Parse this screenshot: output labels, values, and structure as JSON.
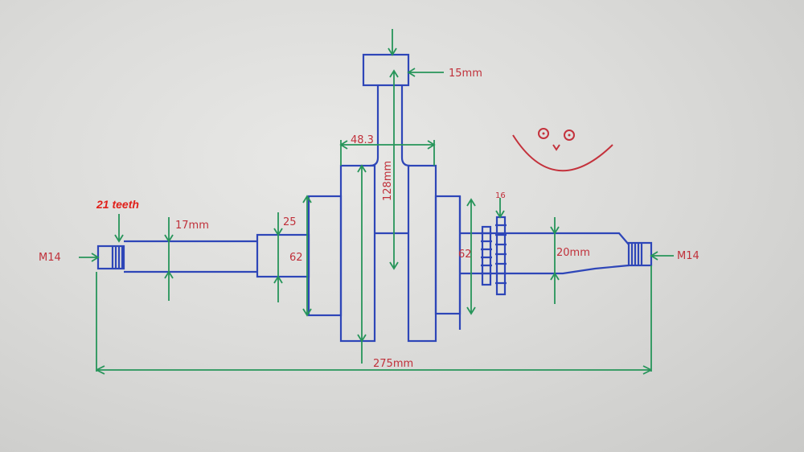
{
  "annotations": {
    "teeth": "21 teeth",
    "thread_left": "M14",
    "thread_right": "M14",
    "pin_diameter": "15mm",
    "web_width": "48.3",
    "stroke": "128mm",
    "shaft_left": "17mm",
    "shoulder": "25",
    "journal_left": "62",
    "journal_right": "62",
    "gear_width": "16",
    "shaft_right": "20mm",
    "overall_length": "275mm"
  },
  "colors": {
    "part_outline": "#2e46b8",
    "dimension_line": "#27955a",
    "annotation_text": "#c0303a",
    "note_text": "#e0201a"
  }
}
